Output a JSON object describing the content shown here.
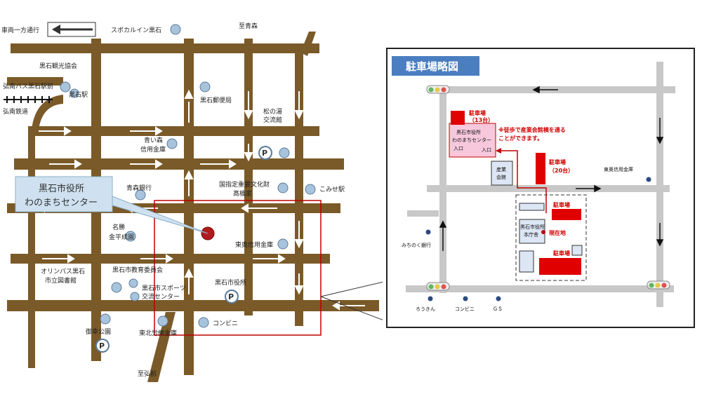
{
  "left_map": {
    "labels": {
      "one_way": "車両一方通行",
      "sports_inn": "スポカルイン黒石",
      "to_aomori": "至青森",
      "tourism_assoc": "黒石観光協会",
      "konan_bus": "弘南バス黒石駅前",
      "kuroishi_station": "黒石駅",
      "konan_railway": "弘南鉄道",
      "post_office": "黒石郵便局",
      "matsunoyu": "松の湯",
      "matsunoyu2": "交流館",
      "aoimori_bank": "青い森",
      "aoimori_bank2": "信用金庫",
      "takahashi": "国指定重要文化財",
      "takahashi2": "髙橋家",
      "komise": "こみせ駅",
      "aomori_bank": "青森銀行",
      "city_hall_callout": "黒石市役所",
      "city_hall_callout2": "わのまちセンター",
      "kinpei": "名勝",
      "kinpei2": "金平成園",
      "touou_bank": "東奥信用金庫",
      "library": "オリンパス黒石",
      "library2": "市立図書館",
      "edu_board": "黒石市教育委員会",
      "sports_center": "黒石市スポーツ",
      "sports_center2": "交流センター",
      "city_hall": "黒石市役所",
      "onari_park": "御幸公園",
      "tohoku_bank": "東北労働金庫",
      "convenience": "コンビニ",
      "to_hirosaki": "至弘前",
      "parking_mark": "P"
    }
  },
  "right_map": {
    "title": "駐車場略図",
    "labels": {
      "parking": "駐車場",
      "parking_13": "（13台）",
      "parking_20": "（20台）",
      "note1": "※徒歩で産業会館横を通る",
      "note2": "ことができます。",
      "wano_name1": "黒石市役所",
      "wano_name2": "わのまちセンター",
      "entrance": "入口",
      "sangyo1": "産業",
      "sangyo2": "会館",
      "honcho1": "黒石市役所",
      "honcho2": "本庁舎",
      "current_location": "現在地",
      "touou": "東奥信用金庫",
      "michinoku": "みちのく銀行",
      "lawson": "ろうきん",
      "conveni": "コンビニ",
      "gs": "ＧＳ"
    }
  },
  "colors": {
    "road": "#7a5a28",
    "frame_red": "#c00000",
    "marker": "#a8c4dc",
    "title_bg": "#4a7ec0"
  }
}
